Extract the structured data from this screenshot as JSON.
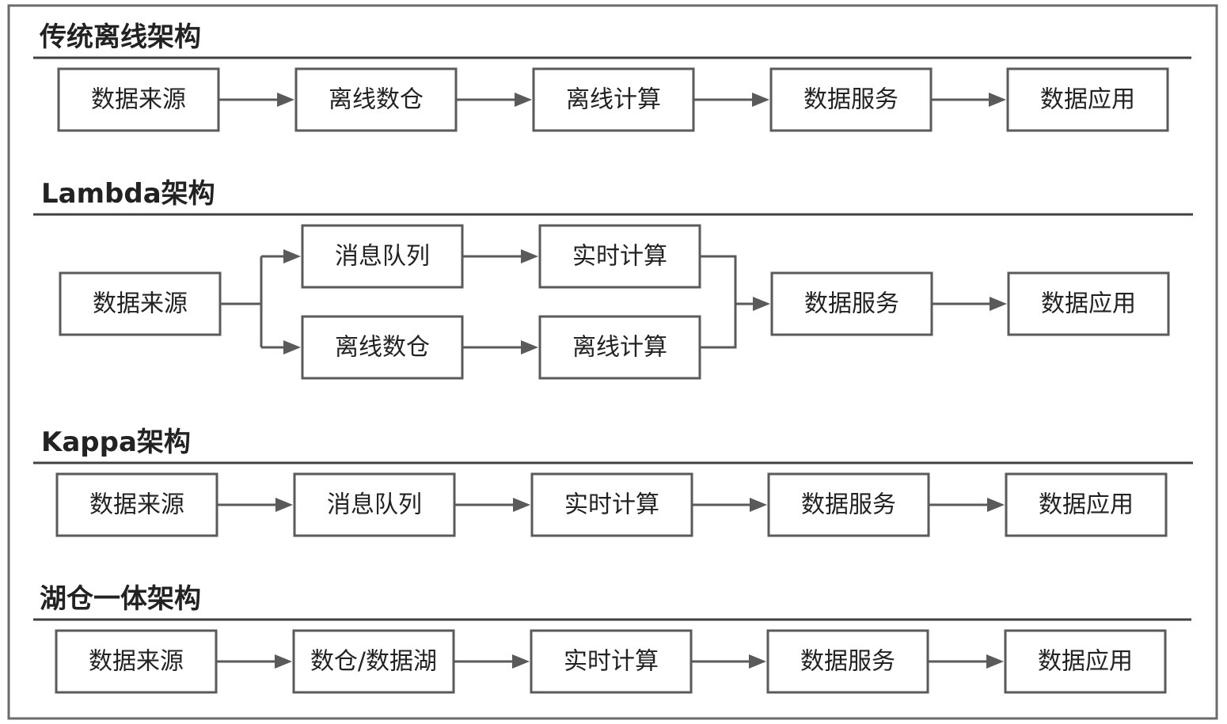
{
  "sections": [
    {
      "id": "traditional",
      "title": "传统离线架构",
      "nodes": [
        "数据来源",
        "离线数仓",
        "离线计算",
        "数据服务",
        "数据应用"
      ]
    },
    {
      "id": "lambda",
      "title": "Lambda架构",
      "source": "数据来源",
      "stream_branch": [
        "消息队列",
        "实时计算"
      ],
      "batch_branch": [
        "离线数仓",
        "离线计算"
      ],
      "merge": [
        "数据服务",
        "数据应用"
      ]
    },
    {
      "id": "kappa",
      "title": "Kappa架构",
      "nodes": [
        "数据来源",
        "消息队列",
        "实时计算",
        "数据服务",
        "数据应用"
      ]
    },
    {
      "id": "lakehouse",
      "title": "湖仓一体架构",
      "nodes": [
        "数据来源",
        "数仓/数据湖",
        "实时计算",
        "数据服务",
        "数据应用"
      ]
    }
  ],
  "colors": {
    "box_stroke": "#5a5a5a",
    "arrow": "#5a5a5a",
    "section_rule": "#404040",
    "frame": "#6b6b6b",
    "text": "#222222"
  }
}
